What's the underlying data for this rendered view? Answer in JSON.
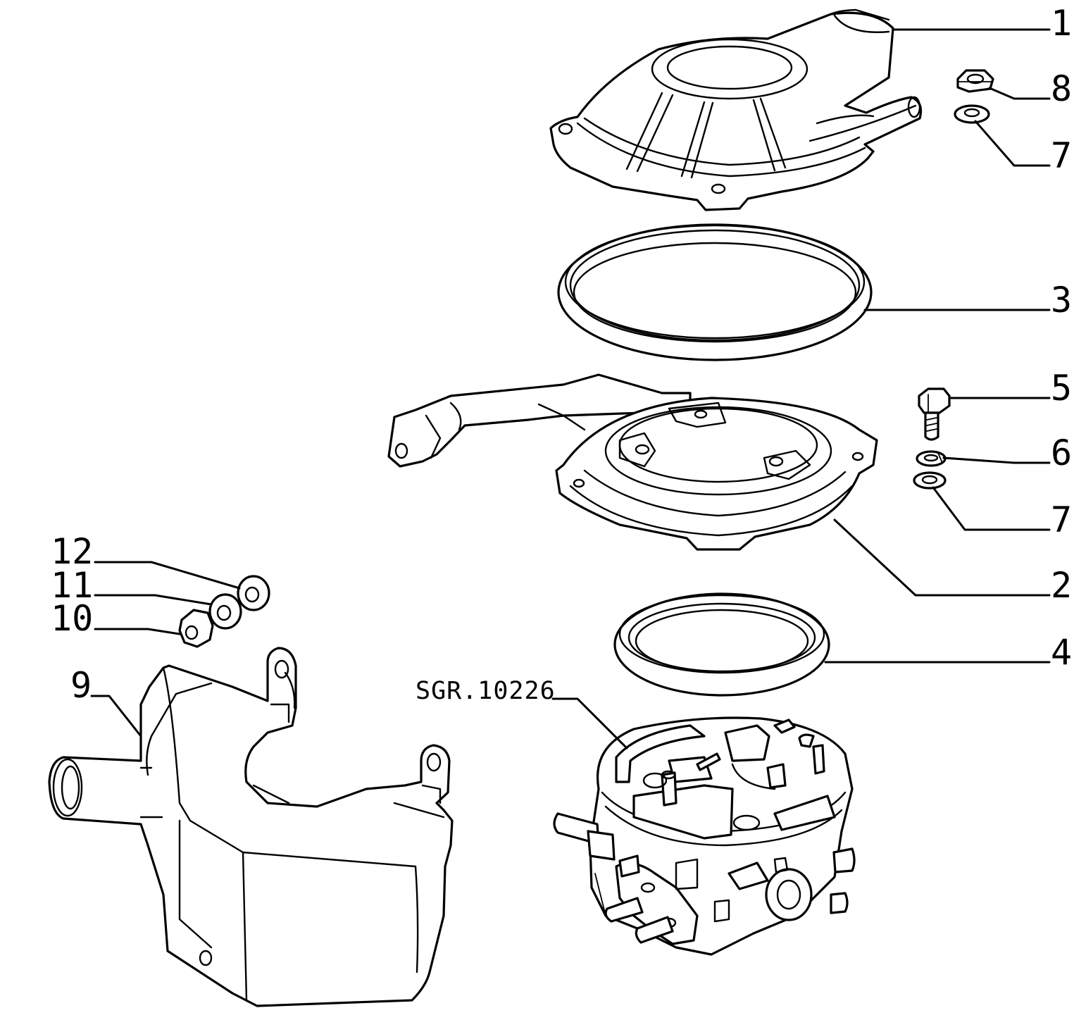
{
  "diagram": {
    "reference_code": "SGR.10226",
    "callouts": [
      {
        "id": "c1",
        "label": "1"
      },
      {
        "id": "c8",
        "label": "8"
      },
      {
        "id": "c7a",
        "label": "7"
      },
      {
        "id": "c3",
        "label": "3"
      },
      {
        "id": "c5",
        "label": "5"
      },
      {
        "id": "c6",
        "label": "6"
      },
      {
        "id": "c7b",
        "label": "7"
      },
      {
        "id": "c2",
        "label": "2"
      },
      {
        "id": "c4",
        "label": "4"
      },
      {
        "id": "c12",
        "label": "12"
      },
      {
        "id": "c11",
        "label": "11"
      },
      {
        "id": "c10",
        "label": "10"
      },
      {
        "id": "c9",
        "label": "9"
      }
    ],
    "colors": {
      "line": "#000000",
      "background": "#ffffff"
    }
  }
}
